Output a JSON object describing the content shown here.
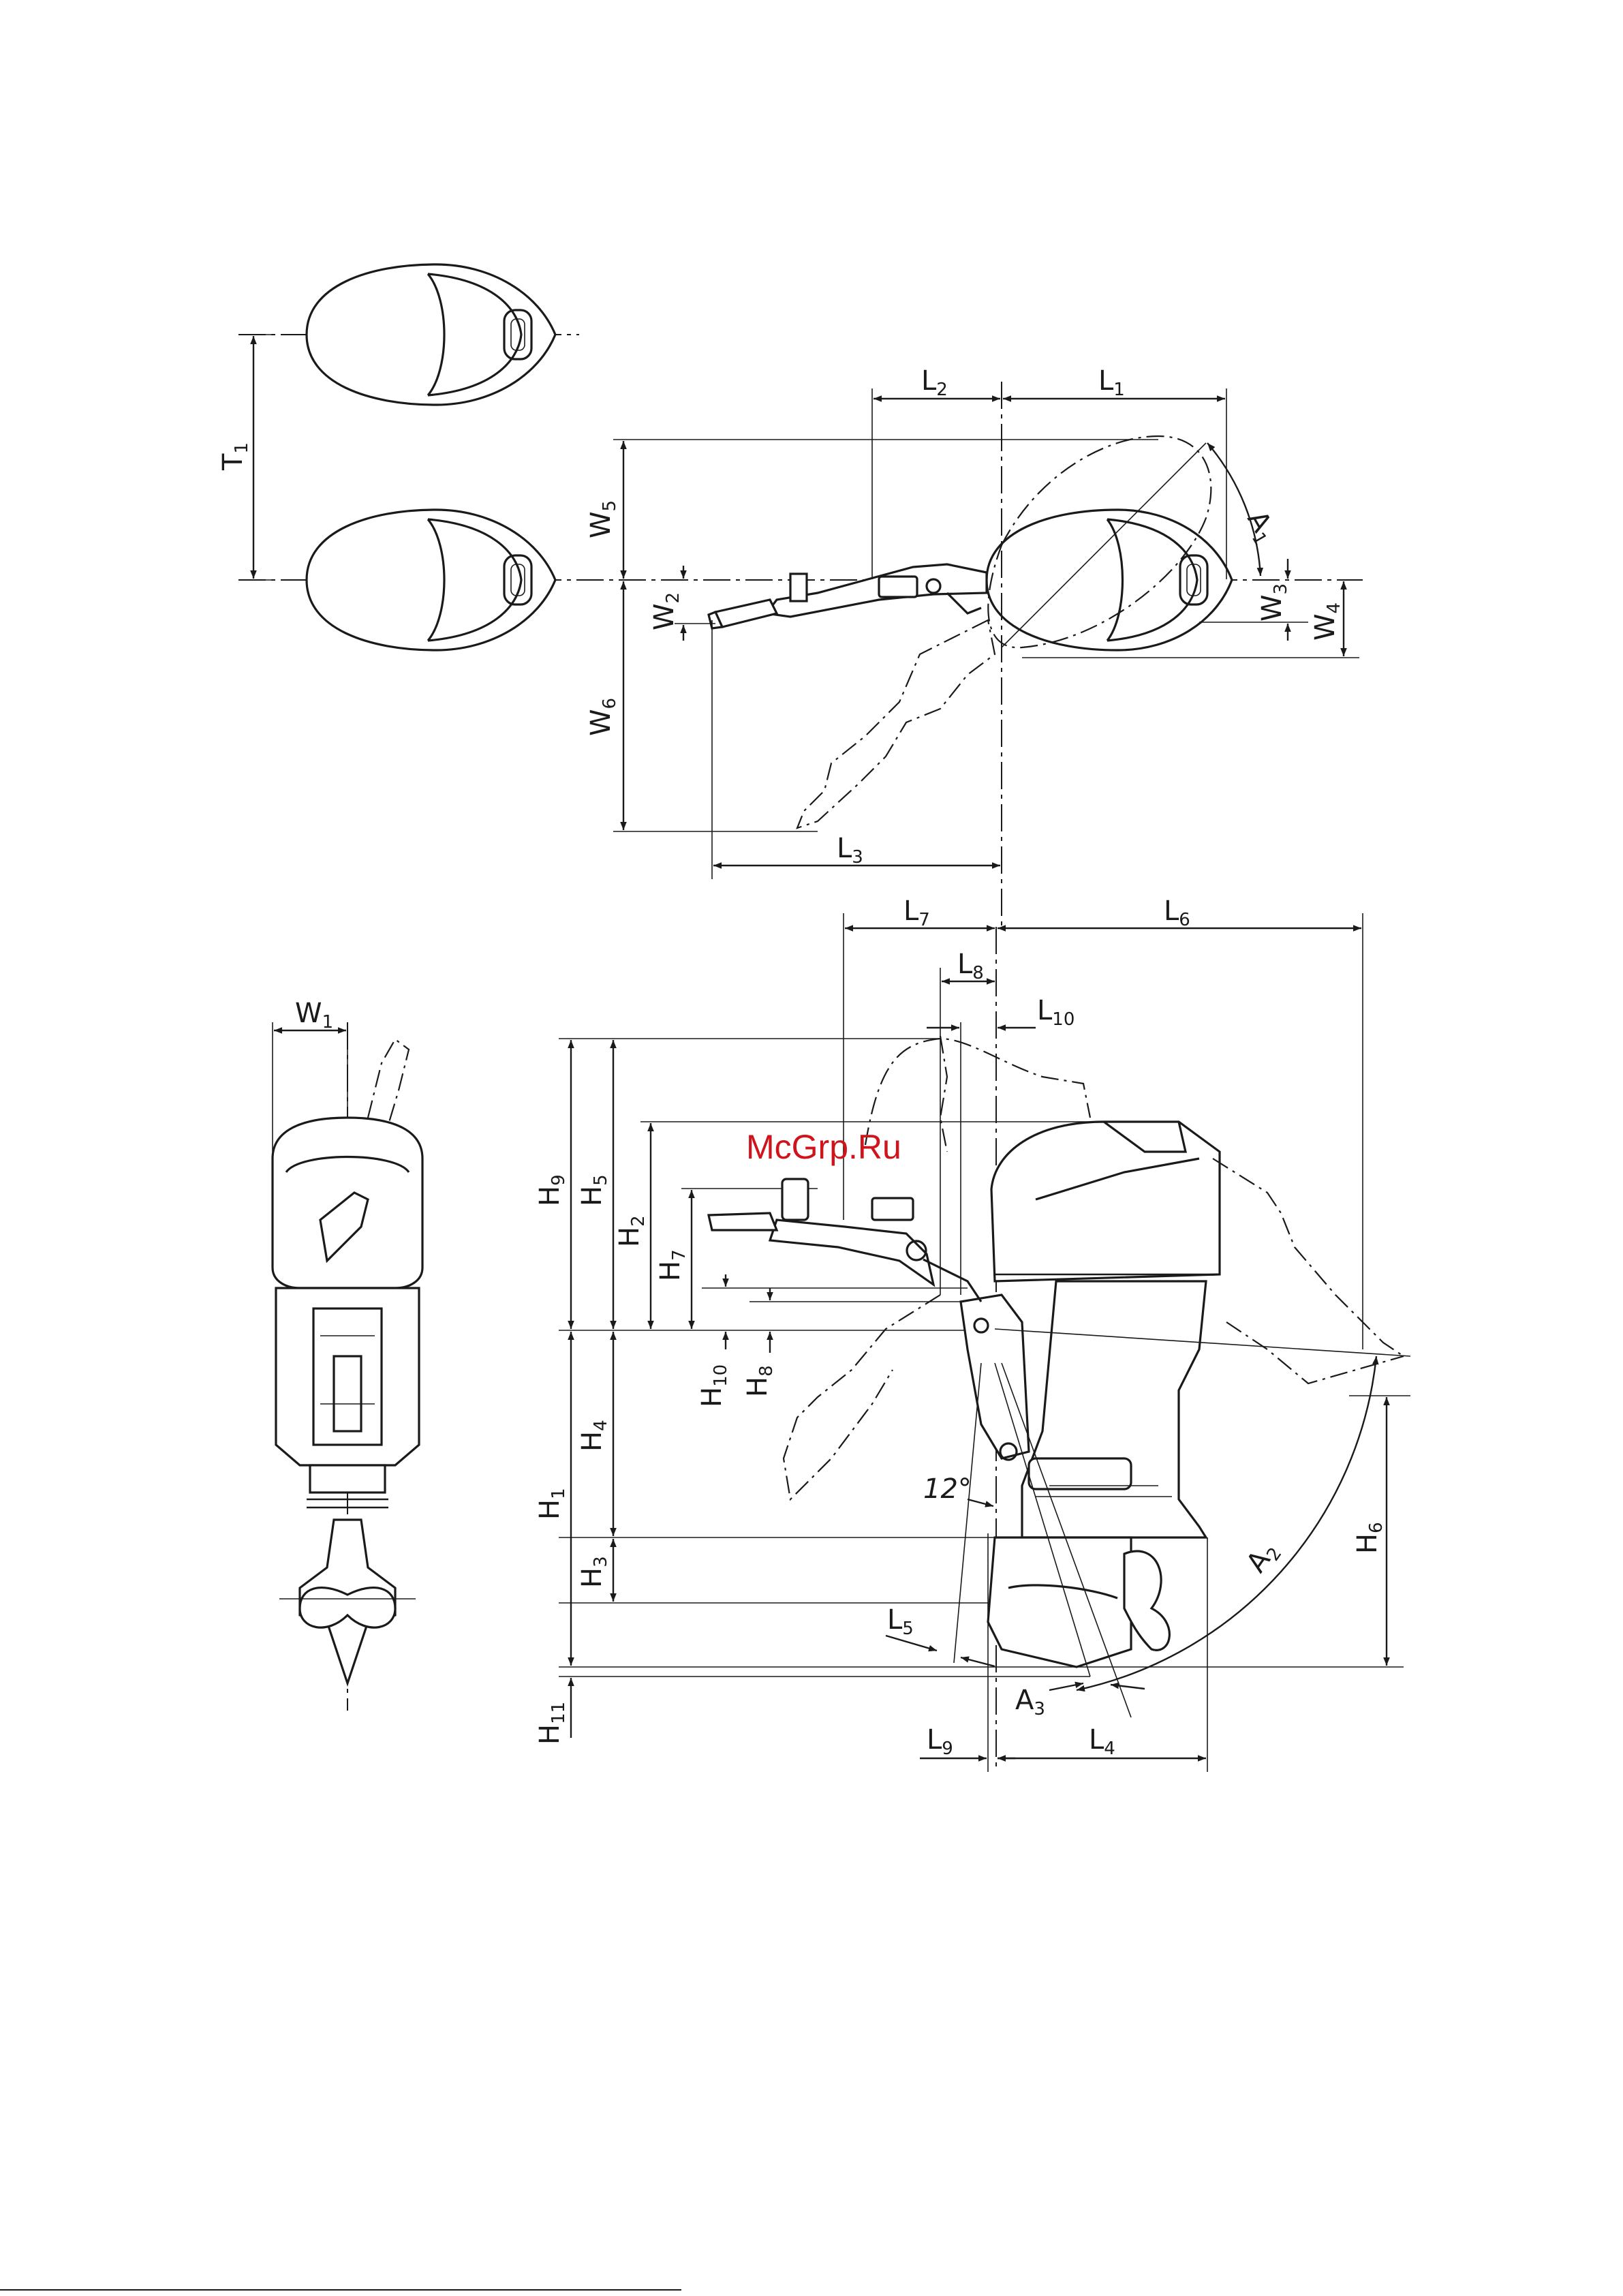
{
  "watermark": "McGrp.Ru",
  "angle_label": "12°",
  "dimensions": {
    "T1": {
      "main": "T",
      "sub": "1"
    },
    "L1": {
      "main": "L",
      "sub": "1"
    },
    "L2": {
      "main": "L",
      "sub": "2"
    },
    "L3": {
      "main": "L",
      "sub": "3"
    },
    "L4": {
      "main": "L",
      "sub": "4"
    },
    "L5": {
      "main": "L",
      "sub": "5"
    },
    "L6": {
      "main": "L",
      "sub": "6"
    },
    "L7": {
      "main": "L",
      "sub": "7"
    },
    "L8": {
      "main": "L",
      "sub": "8"
    },
    "L9": {
      "main": "L",
      "sub": "9"
    },
    "L10": {
      "main": "L",
      "sub": "10"
    },
    "W1": {
      "main": "W",
      "sub": "1"
    },
    "W2": {
      "main": "W",
      "sub": "2"
    },
    "W3": {
      "main": "W",
      "sub": "3"
    },
    "W4": {
      "main": "W",
      "sub": "4"
    },
    "W5": {
      "main": "W",
      "sub": "5"
    },
    "W6": {
      "main": "W",
      "sub": "6"
    },
    "H1": {
      "main": "H",
      "sub": "1"
    },
    "H2": {
      "main": "H",
      "sub": "2"
    },
    "H3": {
      "main": "H",
      "sub": "3"
    },
    "H4": {
      "main": "H",
      "sub": "4"
    },
    "H5": {
      "main": "H",
      "sub": "5"
    },
    "H6": {
      "main": "H",
      "sub": "6"
    },
    "H7": {
      "main": "H",
      "sub": "7"
    },
    "H8": {
      "main": "H",
      "sub": "8"
    },
    "H9": {
      "main": "H",
      "sub": "9"
    },
    "H10": {
      "main": "H",
      "sub": "10"
    },
    "H11": {
      "main": "H",
      "sub": "11"
    },
    "A1": {
      "main": "A",
      "sub": "1"
    },
    "A2": {
      "main": "A",
      "sub": "2"
    },
    "A3": {
      "main": "A",
      "sub": "3"
    }
  }
}
